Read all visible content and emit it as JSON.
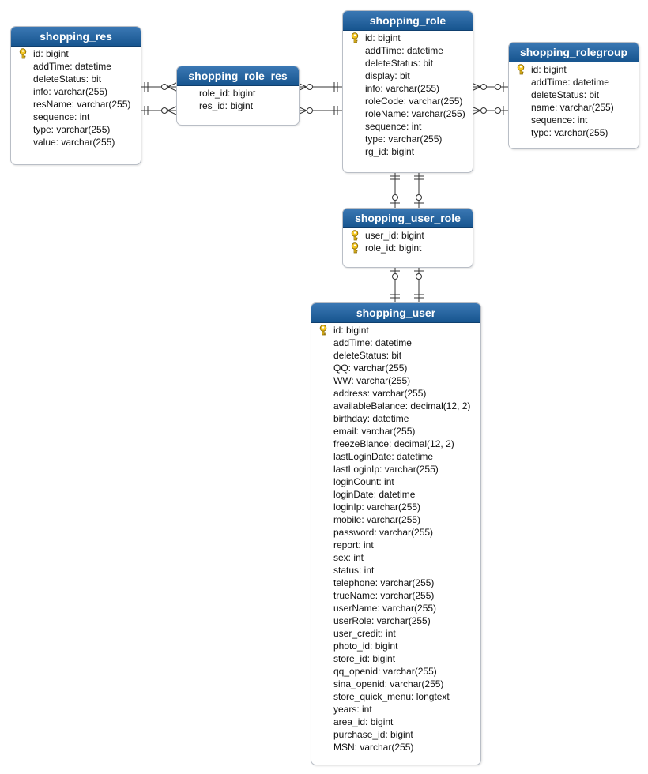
{
  "diagram": {
    "entities": [
      {
        "id": "shopping_res",
        "title": "shopping_res",
        "fields": [
          {
            "text": "id: bigint",
            "pk": true
          },
          {
            "text": "addTime: datetime",
            "pk": false
          },
          {
            "text": "deleteStatus: bit",
            "pk": false
          },
          {
            "text": "info: varchar(255)",
            "pk": false
          },
          {
            "text": "resName: varchar(255)",
            "pk": false
          },
          {
            "text": "sequence: int",
            "pk": false
          },
          {
            "text": "type: varchar(255)",
            "pk": false
          },
          {
            "text": "value: varchar(255)",
            "pk": false
          }
        ]
      },
      {
        "id": "shopping_role_res",
        "title": "shopping_role_res",
        "fields": [
          {
            "text": "role_id: bigint",
            "pk": false
          },
          {
            "text": "res_id: bigint",
            "pk": false
          }
        ]
      },
      {
        "id": "shopping_role",
        "title": "shopping_role",
        "fields": [
          {
            "text": "id: bigint",
            "pk": true
          },
          {
            "text": "addTime: datetime",
            "pk": false
          },
          {
            "text": "deleteStatus: bit",
            "pk": false
          },
          {
            "text": "display: bit",
            "pk": false
          },
          {
            "text": "info: varchar(255)",
            "pk": false
          },
          {
            "text": "roleCode: varchar(255)",
            "pk": false
          },
          {
            "text": "roleName: varchar(255)",
            "pk": false
          },
          {
            "text": "sequence: int",
            "pk": false
          },
          {
            "text": "type: varchar(255)",
            "pk": false
          },
          {
            "text": "rg_id: bigint",
            "pk": false
          }
        ]
      },
      {
        "id": "shopping_rolegroup",
        "title": "shopping_rolegroup",
        "fields": [
          {
            "text": "id: bigint",
            "pk": true
          },
          {
            "text": "addTime: datetime",
            "pk": false
          },
          {
            "text": "deleteStatus: bit",
            "pk": false
          },
          {
            "text": "name: varchar(255)",
            "pk": false
          },
          {
            "text": "sequence: int",
            "pk": false
          },
          {
            "text": "type: varchar(255)",
            "pk": false
          }
        ]
      },
      {
        "id": "shopping_user_role",
        "title": "shopping_user_role",
        "fields": [
          {
            "text": "user_id: bigint",
            "pk": true
          },
          {
            "text": "role_id: bigint",
            "pk": true
          }
        ]
      },
      {
        "id": "shopping_user",
        "title": "shopping_user",
        "fields": [
          {
            "text": "id: bigint",
            "pk": true
          },
          {
            "text": "addTime: datetime",
            "pk": false
          },
          {
            "text": "deleteStatus: bit",
            "pk": false
          },
          {
            "text": "QQ: varchar(255)",
            "pk": false
          },
          {
            "text": "WW: varchar(255)",
            "pk": false
          },
          {
            "text": "address: varchar(255)",
            "pk": false
          },
          {
            "text": "availableBalance: decimal(12, 2)",
            "pk": false
          },
          {
            "text": "birthday: datetime",
            "pk": false
          },
          {
            "text": "email: varchar(255)",
            "pk": false
          },
          {
            "text": "freezeBlance: decimal(12, 2)",
            "pk": false
          },
          {
            "text": "lastLoginDate: datetime",
            "pk": false
          },
          {
            "text": "lastLoginIp: varchar(255)",
            "pk": false
          },
          {
            "text": "loginCount: int",
            "pk": false
          },
          {
            "text": "loginDate: datetime",
            "pk": false
          },
          {
            "text": "loginIp: varchar(255)",
            "pk": false
          },
          {
            "text": "mobile: varchar(255)",
            "pk": false
          },
          {
            "text": "password: varchar(255)",
            "pk": false
          },
          {
            "text": "report: int",
            "pk": false
          },
          {
            "text": "sex: int",
            "pk": false
          },
          {
            "text": "status: int",
            "pk": false
          },
          {
            "text": "telephone: varchar(255)",
            "pk": false
          },
          {
            "text": "trueName: varchar(255)",
            "pk": false
          },
          {
            "text": "userName: varchar(255)",
            "pk": false
          },
          {
            "text": "userRole: varchar(255)",
            "pk": false
          },
          {
            "text": "user_credit: int",
            "pk": false
          },
          {
            "text": "photo_id: bigint",
            "pk": false
          },
          {
            "text": "store_id: bigint",
            "pk": false
          },
          {
            "text": "qq_openid: varchar(255)",
            "pk": false
          },
          {
            "text": "sina_openid: varchar(255)",
            "pk": false
          },
          {
            "text": "store_quick_menu: longtext",
            "pk": false
          },
          {
            "text": "years: int",
            "pk": false
          },
          {
            "text": "area_id: bigint",
            "pk": false
          },
          {
            "text": "purchase_id: bigint",
            "pk": false
          },
          {
            "text": "MSN: varchar(255)",
            "pk": false
          }
        ]
      }
    ],
    "relationships": [
      {
        "from": "shopping_res",
        "to": "shopping_role_res",
        "from_end": "one",
        "to_end": "zero-or-many"
      },
      {
        "from": "shopping_res",
        "to": "shopping_role_res",
        "from_end": "one",
        "to_end": "zero-or-many"
      },
      {
        "from": "shopping_role_res",
        "to": "shopping_role",
        "from_end": "zero-or-many",
        "to_end": "one"
      },
      {
        "from": "shopping_role_res",
        "to": "shopping_role",
        "from_end": "zero-or-many",
        "to_end": "one"
      },
      {
        "from": "shopping_role",
        "to": "shopping_rolegroup",
        "from_end": "zero-or-many",
        "to_end": "zero-or-one"
      },
      {
        "from": "shopping_role",
        "to": "shopping_rolegroup",
        "from_end": "zero-or-many",
        "to_end": "zero-or-one"
      },
      {
        "from": "shopping_role",
        "to": "shopping_user_role",
        "from_end": "one",
        "to_end": "zero-or-one"
      },
      {
        "from": "shopping_role",
        "to": "shopping_user_role",
        "from_end": "one",
        "to_end": "zero-or-one"
      },
      {
        "from": "shopping_user_role",
        "to": "shopping_user",
        "from_end": "zero-or-one",
        "to_end": "one"
      },
      {
        "from": "shopping_user_role",
        "to": "shopping_user",
        "from_end": "zero-or-one",
        "to_end": "one"
      }
    ],
    "colors": {
      "header_top": "#3b78b4",
      "header_bottom": "#17558f",
      "border": "#b9bec6",
      "line": "#333333",
      "key_fill": "#f3c623",
      "key_stroke": "#8a6a00"
    },
    "icons": {
      "primary_key": "key-icon"
    }
  }
}
